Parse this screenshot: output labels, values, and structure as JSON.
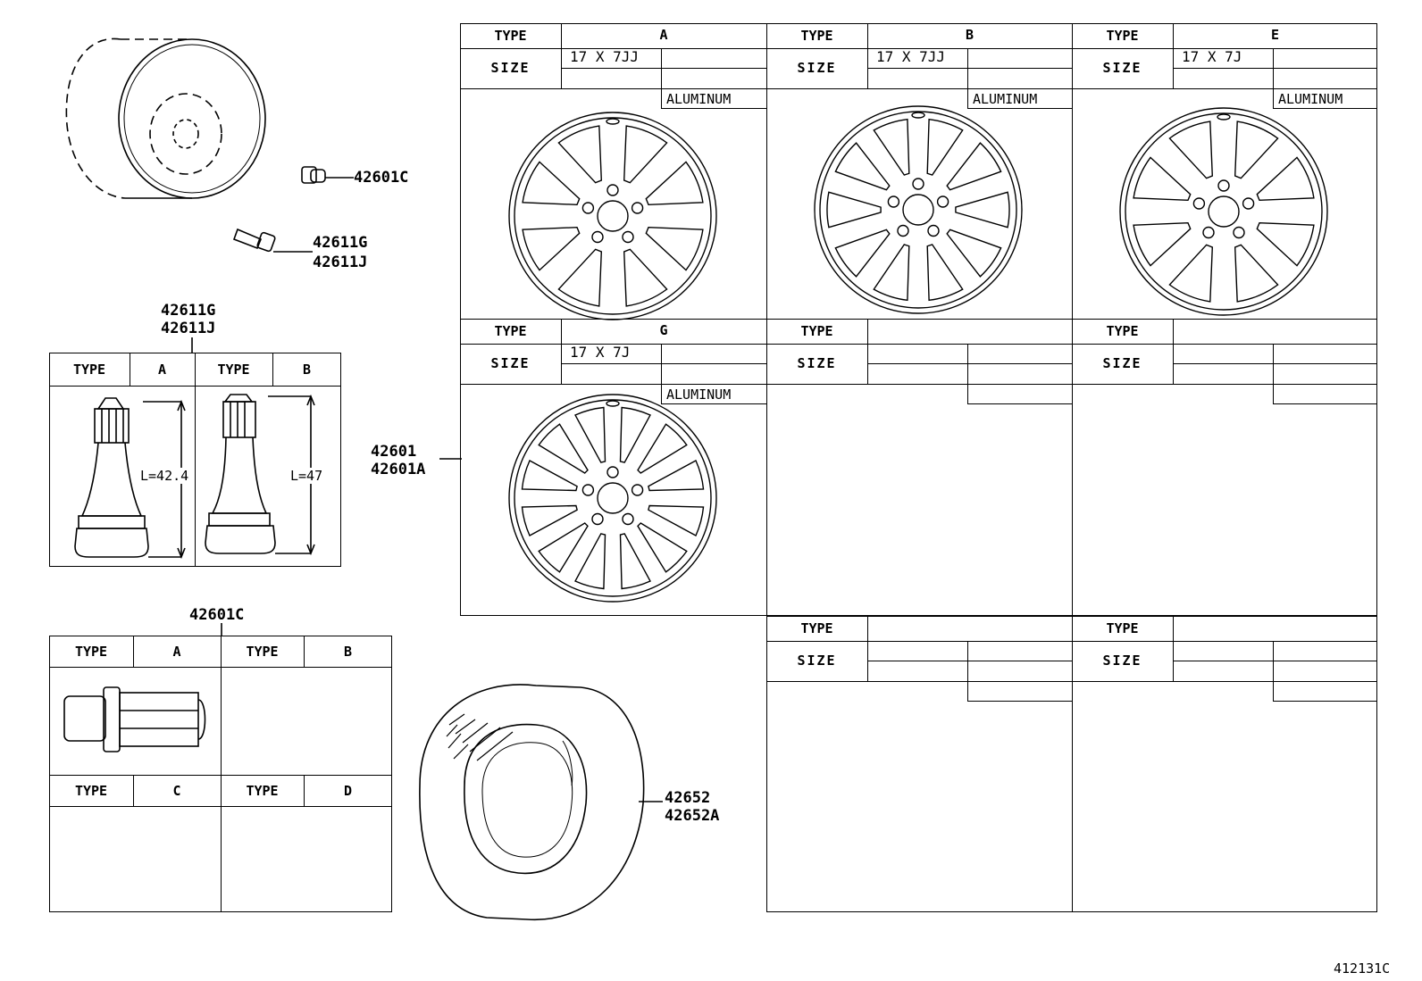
{
  "callouts": {
    "valve_cap_nut": "42601C",
    "valve_1": "42611G",
    "valve_2": "42611J",
    "valve_table_1": "42611G",
    "valve_table_2": "42611J",
    "nut_table": "42601C",
    "wheel_1": "42601",
    "wheel_2": "42601A",
    "tire_1": "42652",
    "tire_2": "42652A"
  },
  "labels": {
    "type": "TYPE",
    "size": "SIZE",
    "material": "ALUMINUM"
  },
  "wheels": [
    {
      "type": "A",
      "size": "17 X 7JJ",
      "material": "ALUMINUM"
    },
    {
      "type": "B",
      "size": "17 X 7JJ",
      "material": "ALUMINUM"
    },
    {
      "type": "E",
      "size": "17 X 7J",
      "material": "ALUMINUM"
    },
    {
      "type": "G",
      "size": "17 X 7J",
      "material": "ALUMINUM"
    }
  ],
  "valve_types": [
    {
      "type": "A",
      "length": "L=42.4"
    },
    {
      "type": "B",
      "length": "L=47"
    }
  ],
  "nut_types": [
    "A",
    "B",
    "C",
    "D"
  ],
  "drawing_number": "412131C",
  "icons": [
    "wheel-icon",
    "valve-icon",
    "lug-nut-icon",
    "tire-icon"
  ]
}
